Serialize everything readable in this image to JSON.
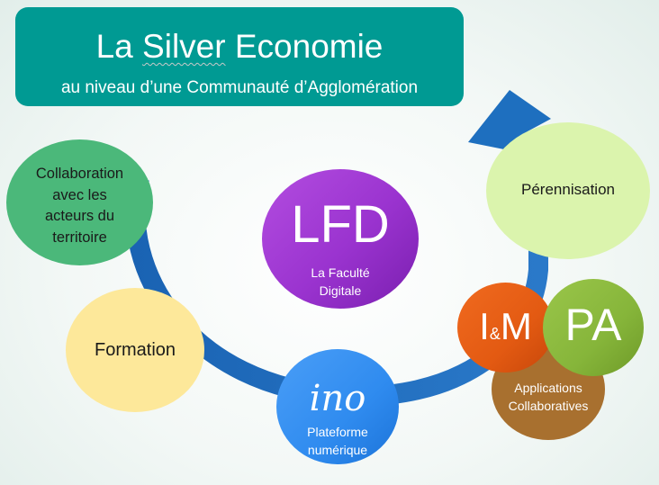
{
  "title": {
    "prefix": "La ",
    "silver": "Silver",
    "suffix": " Economie",
    "subtitle": "au niveau d’une Communauté d’Agglomération"
  },
  "nodes": {
    "collaboration": "Collaboration avec les acteurs du territoire",
    "formation": "Formation",
    "lfd_abbr": "LFD",
    "lfd_label": "La Faculté Digitale",
    "ino_logo": "ino",
    "ino_label": "Plateforme numérique",
    "im_i": "I",
    "im_amp": "&",
    "im_m": "M",
    "pa_abbr": "PA",
    "applications": "Applications Collaboratives",
    "perennisation": "Pérennisation"
  },
  "colors": {
    "title_bg": "#009a93",
    "arrow": "#1e6fbf",
    "collaboration": "#4bb87a",
    "formation": "#fde89a",
    "lfd": "#a13bd2",
    "ino": "#2f8bef",
    "im": "#e35a12",
    "pa": "#86b53a",
    "applications": "#a8702f",
    "perennisation": "#dbf4ad"
  }
}
